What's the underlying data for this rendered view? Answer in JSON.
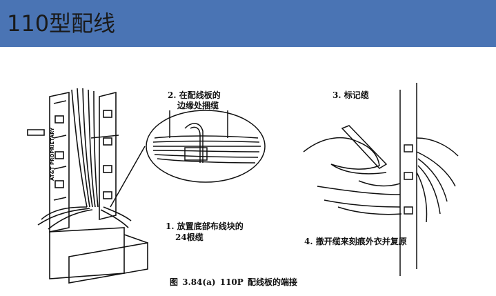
{
  "header": {
    "title": "110型配线",
    "background_color": "#4a74b4"
  },
  "figure": {
    "label_2_line1": "2. 在配线板的",
    "label_2_line2": "边缘处捆缆",
    "label_3": "3. 标记缆",
    "label_1_line1": "1. 放置底部布线块的",
    "label_1_line2": "24根缆",
    "label_4": "4. 撤开缆来刻痕外衣并复原",
    "caption": "图 3.84(a)   110P 配线板的端接",
    "panel_imprint": "AT&T PROPRIETARY",
    "icons": [
      "wiring-panel-illustration",
      "magnifier-detail-illustration",
      "hand-marking-cable-illustration"
    ]
  }
}
